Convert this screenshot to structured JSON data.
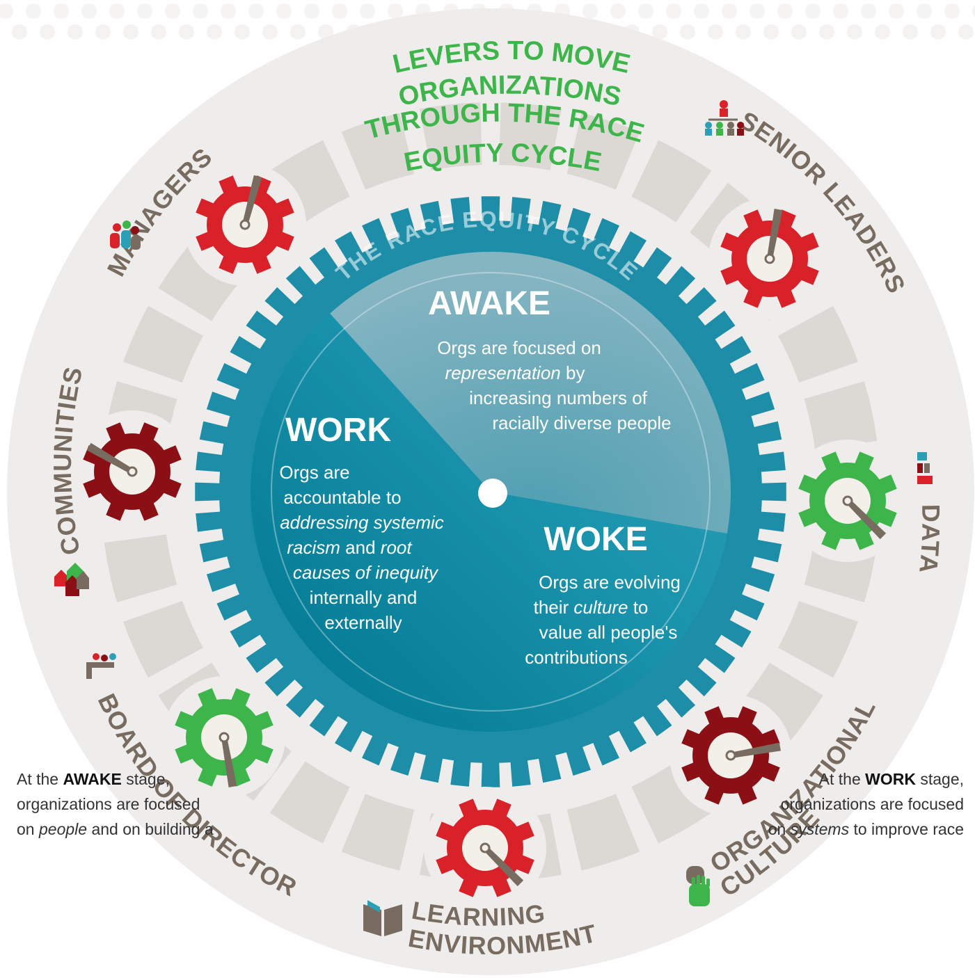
{
  "title_lines": [
    "LEVERS TO MOVE",
    "ORGANIZATIONS",
    "THROUGH THE RACE",
    "EQUITY CYCLE"
  ],
  "cycle_label": "THE RACE EQUITY CYCLE",
  "stages": {
    "awake": {
      "title": "AWAKE",
      "lines": [
        [
          {
            "t": "Orgs are focused on"
          }
        ],
        [
          {
            "t": "representation",
            "i": true
          },
          {
            "t": " by"
          }
        ],
        [
          {
            "t": "increasing numbers of"
          }
        ],
        [
          {
            "t": "racially diverse people"
          }
        ]
      ]
    },
    "work": {
      "title": "WORK",
      "lines": [
        [
          {
            "t": "Orgs are"
          }
        ],
        [
          {
            "t": "accountable to"
          }
        ],
        [
          {
            "t": "addressing systemic",
            "i": true
          }
        ],
        [
          {
            "t": "racism",
            "i": true
          },
          {
            "t": " and "
          },
          {
            "t": "root",
            "i": true
          }
        ],
        [
          {
            "t": "causes of inequity",
            "i": true
          }
        ],
        [
          {
            "t": "internally and"
          }
        ],
        [
          {
            "t": "externally"
          }
        ]
      ]
    },
    "woke": {
      "title": "WOKE",
      "lines": [
        [
          {
            "t": "Orgs are evolving"
          }
        ],
        [
          {
            "t": "their "
          },
          {
            "t": "culture",
            "i": true
          },
          {
            "t": " to"
          }
        ],
        [
          {
            "t": "value all people's"
          }
        ],
        [
          {
            "t": "contributions"
          }
        ]
      ]
    }
  },
  "levers": [
    {
      "label": "MANAGERS",
      "icon": "people-group-icon",
      "gear_color": "#d92129"
    },
    {
      "label": "SENIOR LEADERS",
      "icon": "hierarchy-icon",
      "gear_color": "#d92129"
    },
    {
      "label": "DATA",
      "icon": "bar-chart-icon",
      "gear_color": "#3db54a"
    },
    {
      "label": "ORGANIZATIONAL",
      "label2": "CULTURE",
      "icon": "hands-icon",
      "gear_color": "#8a1015"
    },
    {
      "label": "LEARNING",
      "label2": "ENVIRONMENT",
      "icon": "book-icon",
      "gear_color": "#d92129"
    },
    {
      "label": "BOARD OF DIRECTORS",
      "icon": "boardroom-icon",
      "gear_color": "#3db54a"
    },
    {
      "label": "COMMUNITIES",
      "icon": "houses-icon",
      "gear_color": "#8a1015"
    }
  ],
  "notes": {
    "left": {
      "pre": "At the ",
      "bold": "AWAKE",
      "post": " stage,",
      "line2": "organizations are focused",
      "line3a": "on ",
      "line3i": "people",
      "line3b": " and on building a"
    },
    "right": {
      "pre": "At the ",
      "bold": "WORK",
      "post": " stage,",
      "line2": "organizations are focused",
      "line3a": "on ",
      "line3i": "systems",
      "line3b": " to improve race"
    }
  },
  "colors": {
    "title_green": "#3db54a",
    "ring_gray": "#efedec",
    "block_gray": "#dcd8d4",
    "teal_dark": "#00819c",
    "teal_light": "#79afbd",
    "label_brown": "#786b5f",
    "red": "#d92129",
    "dark_red": "#8a1015",
    "green": "#3db54a"
  }
}
